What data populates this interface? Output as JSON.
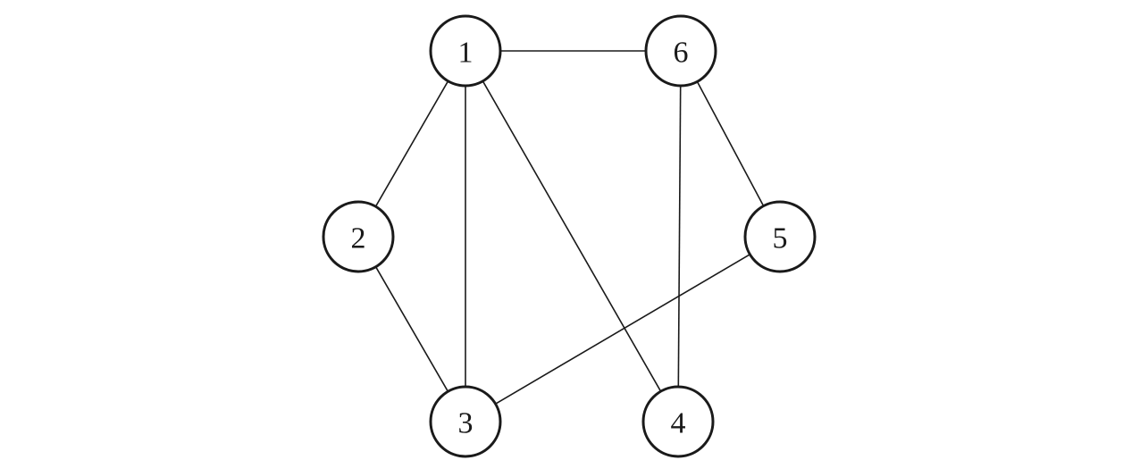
{
  "graph": {
    "nodes": [
      {
        "id": "1",
        "label": "1"
      },
      {
        "id": "2",
        "label": "2"
      },
      {
        "id": "3",
        "label": "3"
      },
      {
        "id": "4",
        "label": "4"
      },
      {
        "id": "5",
        "label": "5"
      },
      {
        "id": "6",
        "label": "6"
      }
    ],
    "edges": [
      {
        "from": "1",
        "to": "6"
      },
      {
        "from": "1",
        "to": "2"
      },
      {
        "from": "1",
        "to": "3"
      },
      {
        "from": "1",
        "to": "4"
      },
      {
        "from": "2",
        "to": "3"
      },
      {
        "from": "6",
        "to": "4"
      },
      {
        "from": "6",
        "to": "5"
      },
      {
        "from": "5",
        "to": "3"
      }
    ]
  },
  "colors": {
    "stroke": "#1a1a1a",
    "node_fill": "#ffffff",
    "background": "#ffffff"
  }
}
